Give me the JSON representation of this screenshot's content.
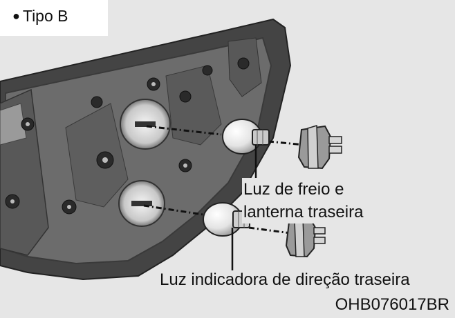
{
  "figure": {
    "section_label": "Tipo B",
    "callouts": {
      "brake_tail_line1": "Luz de freio e",
      "brake_tail_line2": "lanterna traseira",
      "rear_turn_signal": "Luz indicadora de direção traseira"
    },
    "figure_code": "OHB076017BR"
  },
  "colors": {
    "background": "#e6e6e6",
    "housing_outer": "#4a4a4a",
    "housing_inner": "#707070",
    "bulb": "#f2f2f2",
    "text": "#111111"
  },
  "icons": [
    "tail-lamp-housing",
    "bulb",
    "bulb-socket",
    "leader-line"
  ]
}
